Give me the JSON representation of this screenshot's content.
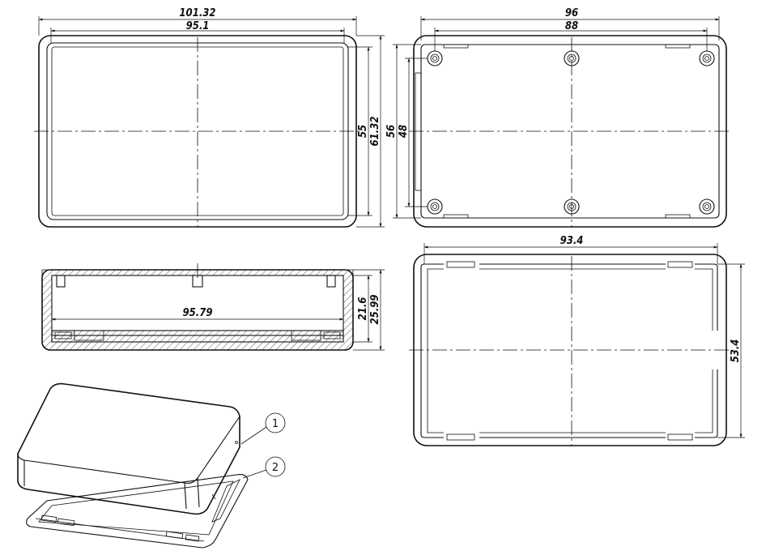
{
  "dimensions": {
    "top_overall_width": "101.32",
    "top_inner_width": "95.1",
    "top_inner_height": "55",
    "top_overall_height": "61.32",
    "bottom_overall_width": "96",
    "bottom_hole_spacing_x": "88",
    "bottom_overall_height": "56",
    "bottom_hole_spacing_y": "48",
    "section_inner_width": "95.79",
    "section_inner_height": "21.6",
    "section_overall_height": "25.99",
    "lid_width": "93.4",
    "lid_height": "53.4"
  },
  "callouts": [
    "1",
    "2"
  ]
}
